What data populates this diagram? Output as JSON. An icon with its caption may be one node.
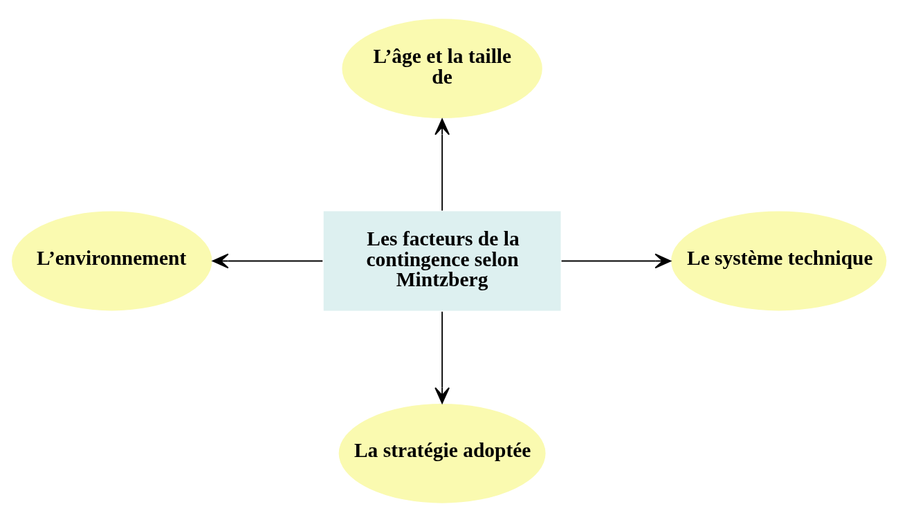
{
  "diagram": {
    "nodes": [
      {
        "text": [
          "Les facteurs de la contingence selon Mintzberg"
        ]
      },
      {
        "text": [
          "L’âge et la taille de"
        ]
      },
      {
        "text": [
          "L’environnement"
        ]
      },
      {
        "text": [
          "Le système technique"
        ]
      },
      {
        "text": [
          "La stratégie adoptée"
        ]
      }
    ],
    "edges": [
      {
        "from": 0,
        "to": 1,
        "arrow": "to"
      },
      {
        "from": 0,
        "to": 2,
        "arrow": "to"
      },
      {
        "from": 0,
        "to": 3,
        "arrow": "to"
      },
      {
        "from": 0,
        "to": 4,
        "arrow": "to"
      }
    ]
  }
}
